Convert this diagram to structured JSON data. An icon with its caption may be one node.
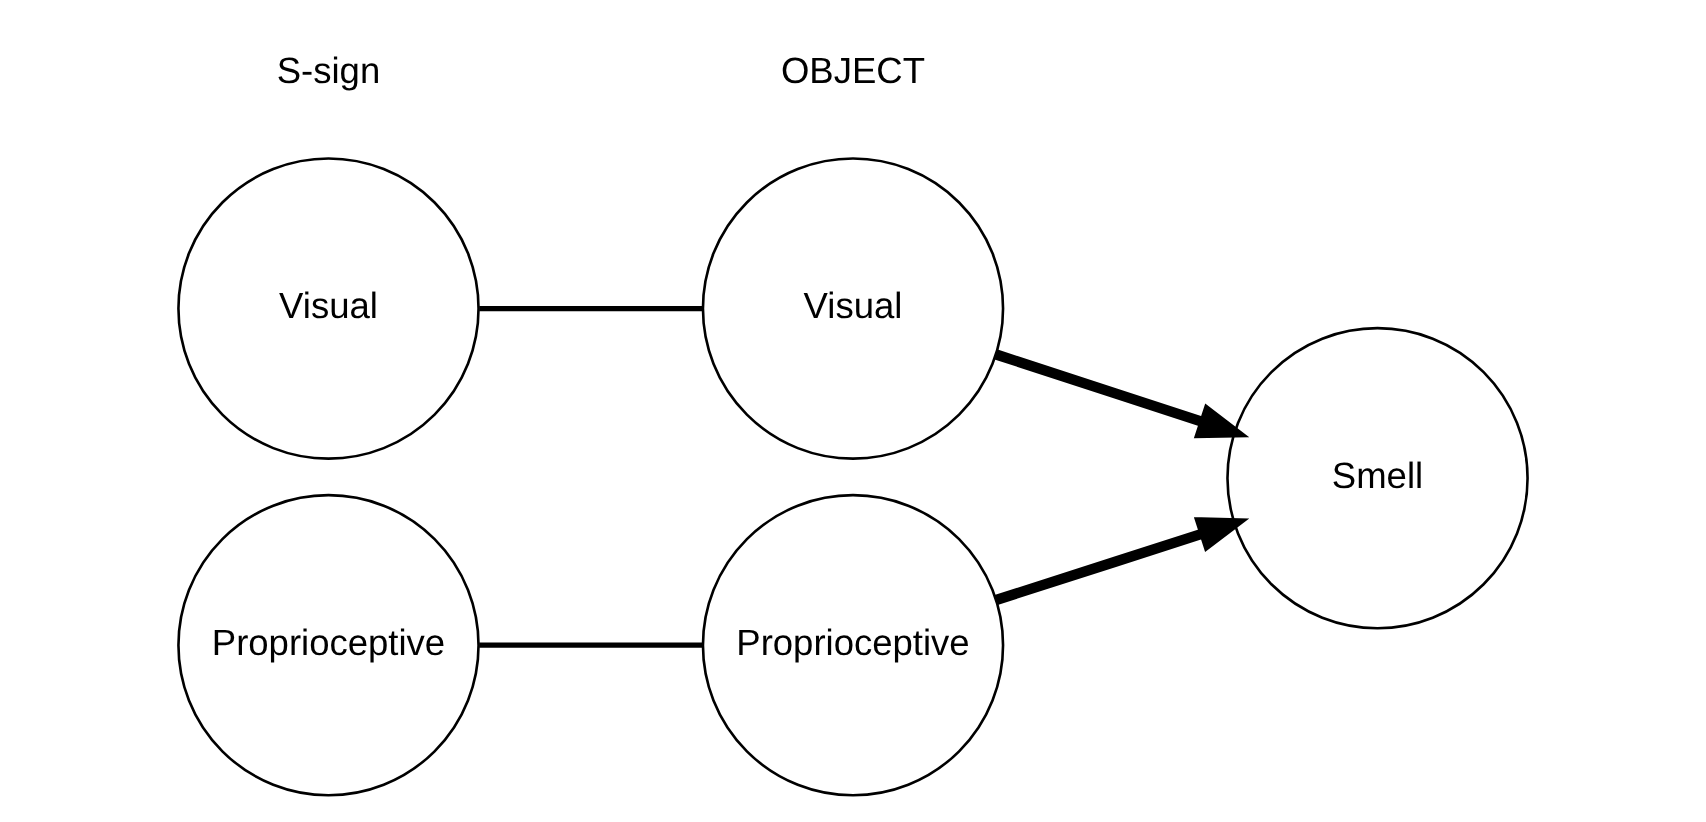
{
  "diagram": {
    "nodes": [
      {
        "text": [
          "Visual"
        ]
      },
      {
        "text": [
          "Proprioceptive"
        ]
      },
      {
        "text": [
          "Visual"
        ]
      },
      {
        "text": [
          "Proprioceptive"
        ]
      },
      {
        "text": [
          "Smell"
        ]
      }
    ],
    "edges": [
      {
        "from": 0,
        "to": 2,
        "arrow": "none"
      },
      {
        "from": 1,
        "to": 3,
        "arrow": "none"
      },
      {
        "from": 2,
        "to": 4,
        "arrow": "to",
        "style": "thick"
      },
      {
        "from": 3,
        "to": 4,
        "arrow": "to",
        "style": "thick"
      }
    ],
    "labels": [
      "S-sign",
      "OBJECT"
    ]
  }
}
